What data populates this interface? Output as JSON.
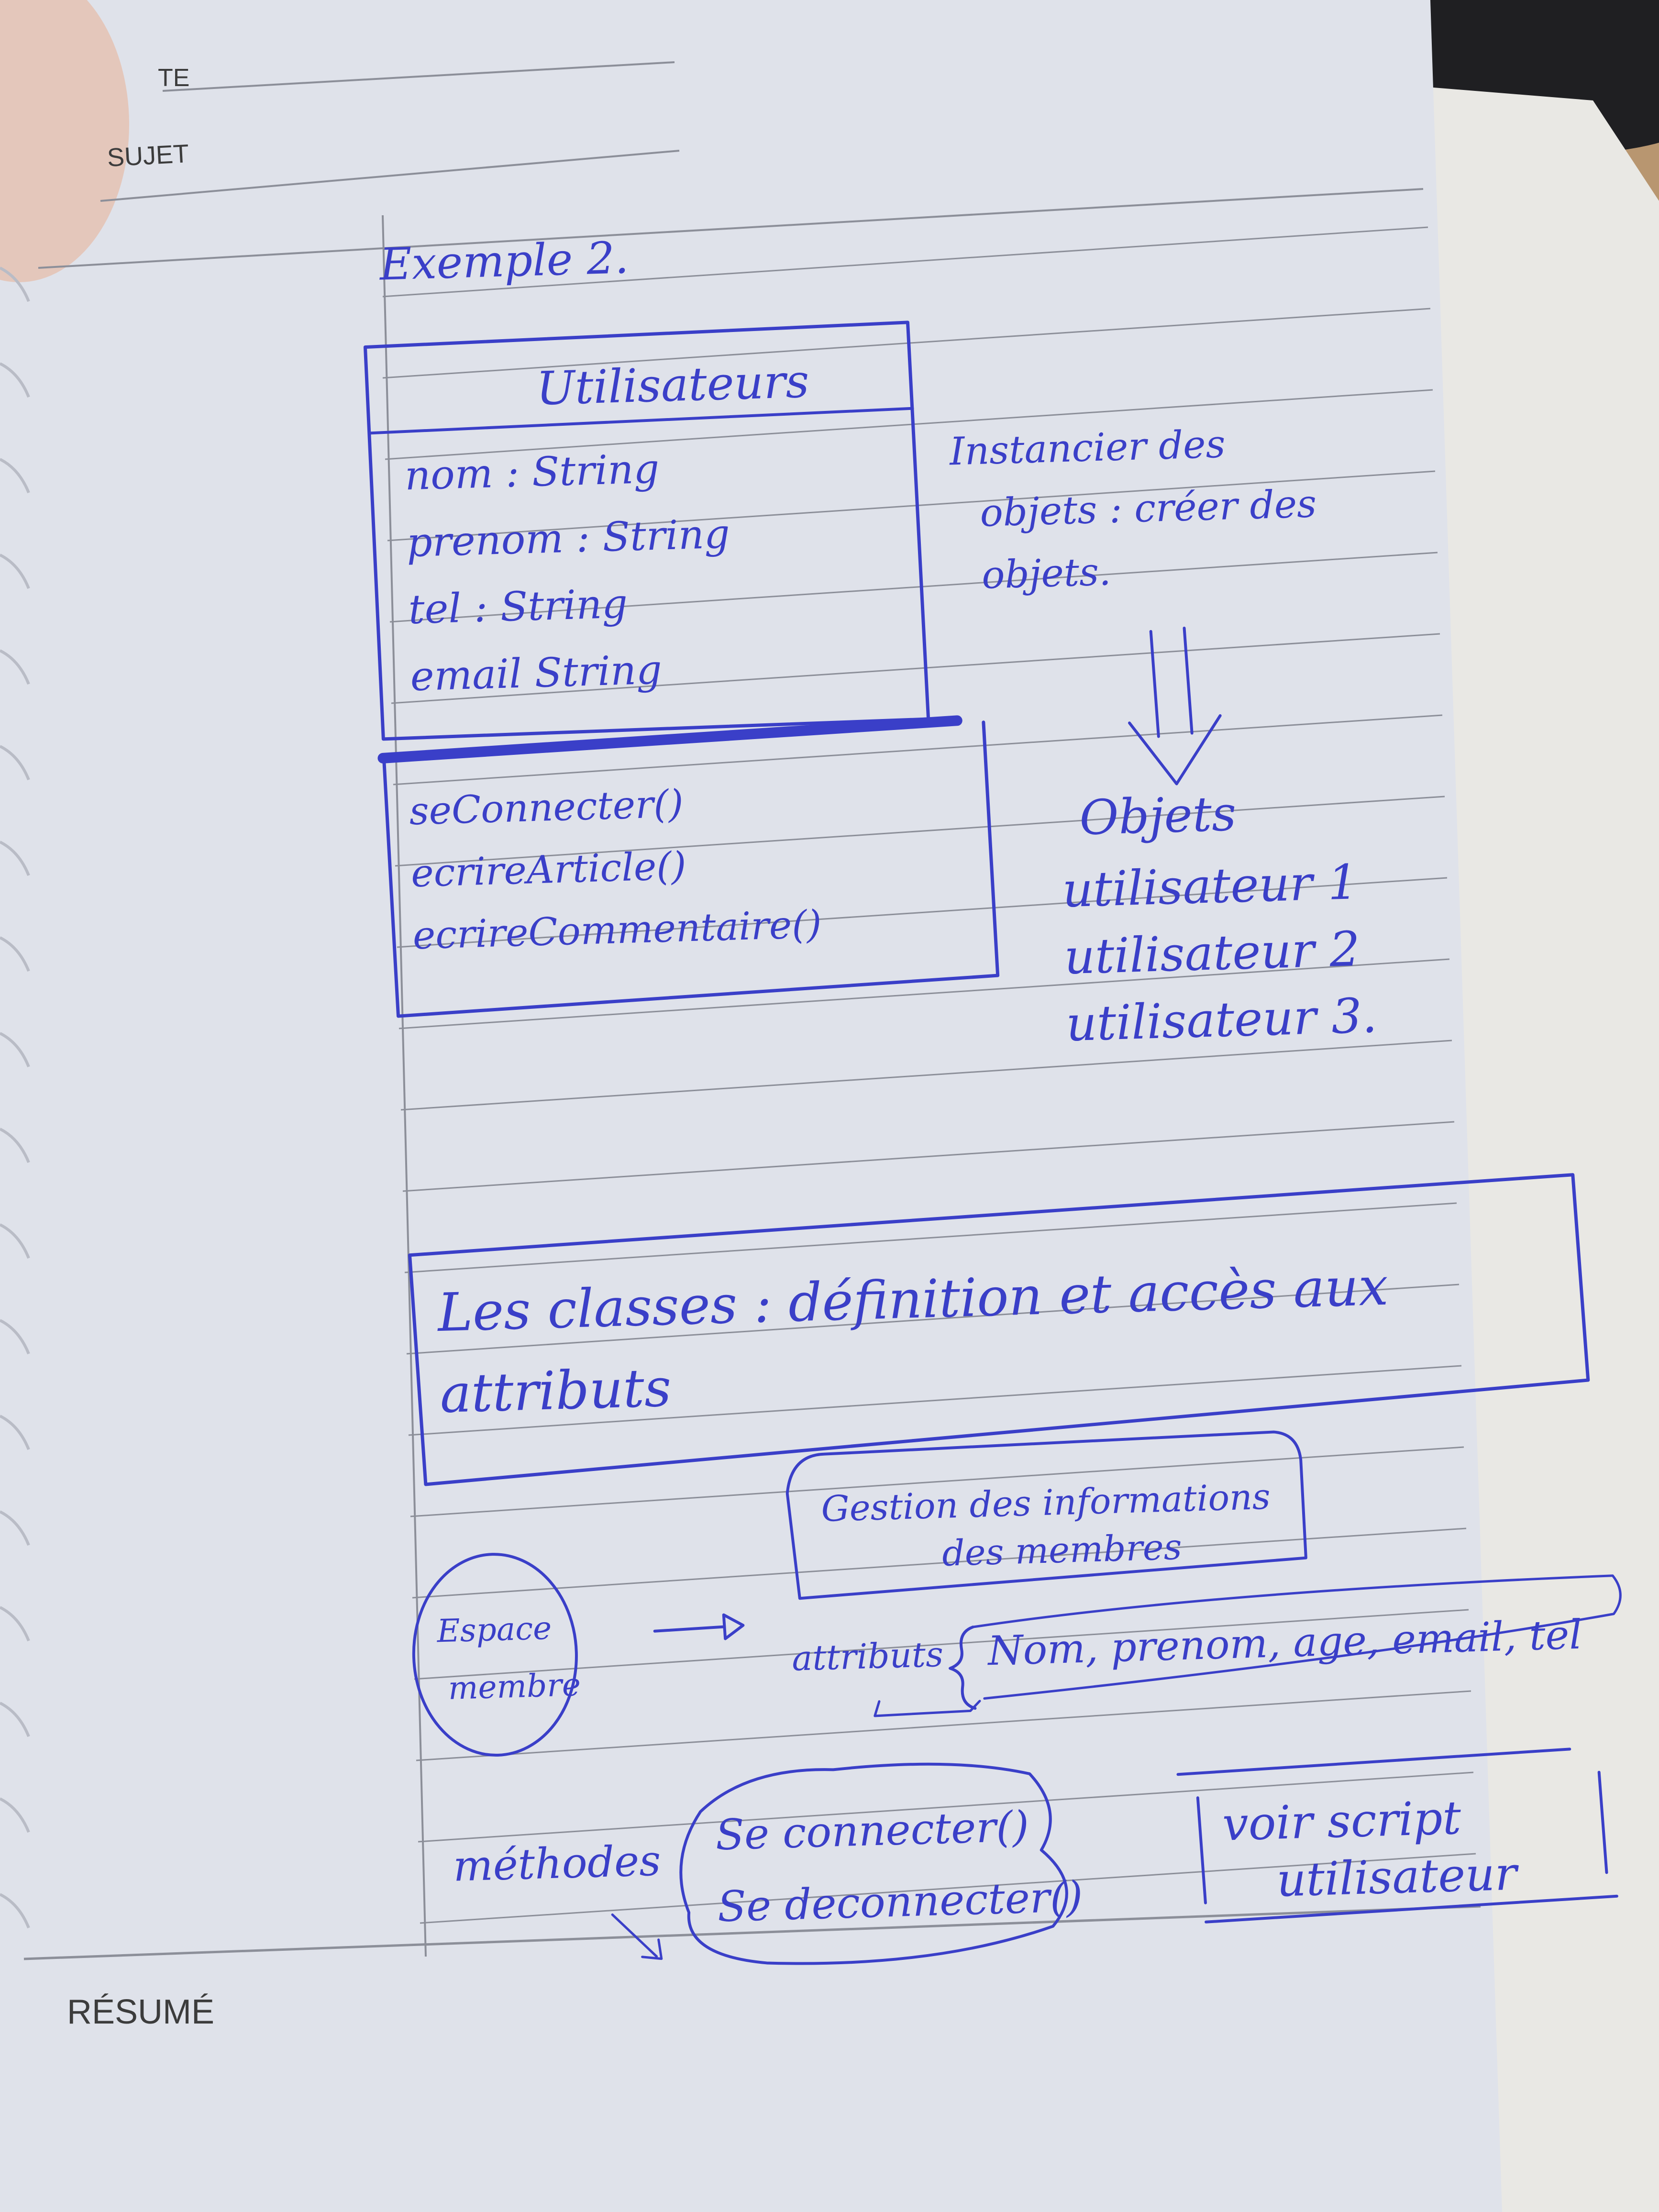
{
  "form": {
    "date_label": "TE",
    "subject_label": "SUJET",
    "summary_label": "RÉSUMÉ"
  },
  "notes": {
    "heading": "Exemple 2.",
    "class_box": {
      "name": "Utilisateurs",
      "attributes": [
        "nom : String",
        "prenom : String",
        "tel : String",
        "email  String"
      ],
      "methods": [
        "seConnecter()",
        "ecrireArticle()",
        "ecrireCommentaire()"
      ]
    },
    "instantiate_note": [
      "Instancier des",
      "objets : créer des",
      "objets."
    ],
    "objects": {
      "title": "Objets",
      "items": [
        "utilisateur 1",
        "utilisateur 2",
        "utilisateur 3."
      ]
    },
    "section_title": [
      "Les classes : définition et accès aux",
      "attributs"
    ],
    "member_space": [
      "Espace",
      "membre"
    ],
    "management_box": [
      "Gestion des informations",
      "des membres"
    ],
    "attributes_label": "attributs",
    "attributes_list": "Nom, prenom, age, email, tel",
    "methods_label": "méthodes",
    "methods_list": [
      "Se connecter()",
      "Se deconnecter()"
    ],
    "see_script": [
      "voir script",
      "utilisateur"
    ]
  },
  "colors": {
    "ink": "#3a3fc8",
    "paper": "#dfe2ea",
    "desk": "#b89670",
    "rule": "#8c8f99"
  }
}
